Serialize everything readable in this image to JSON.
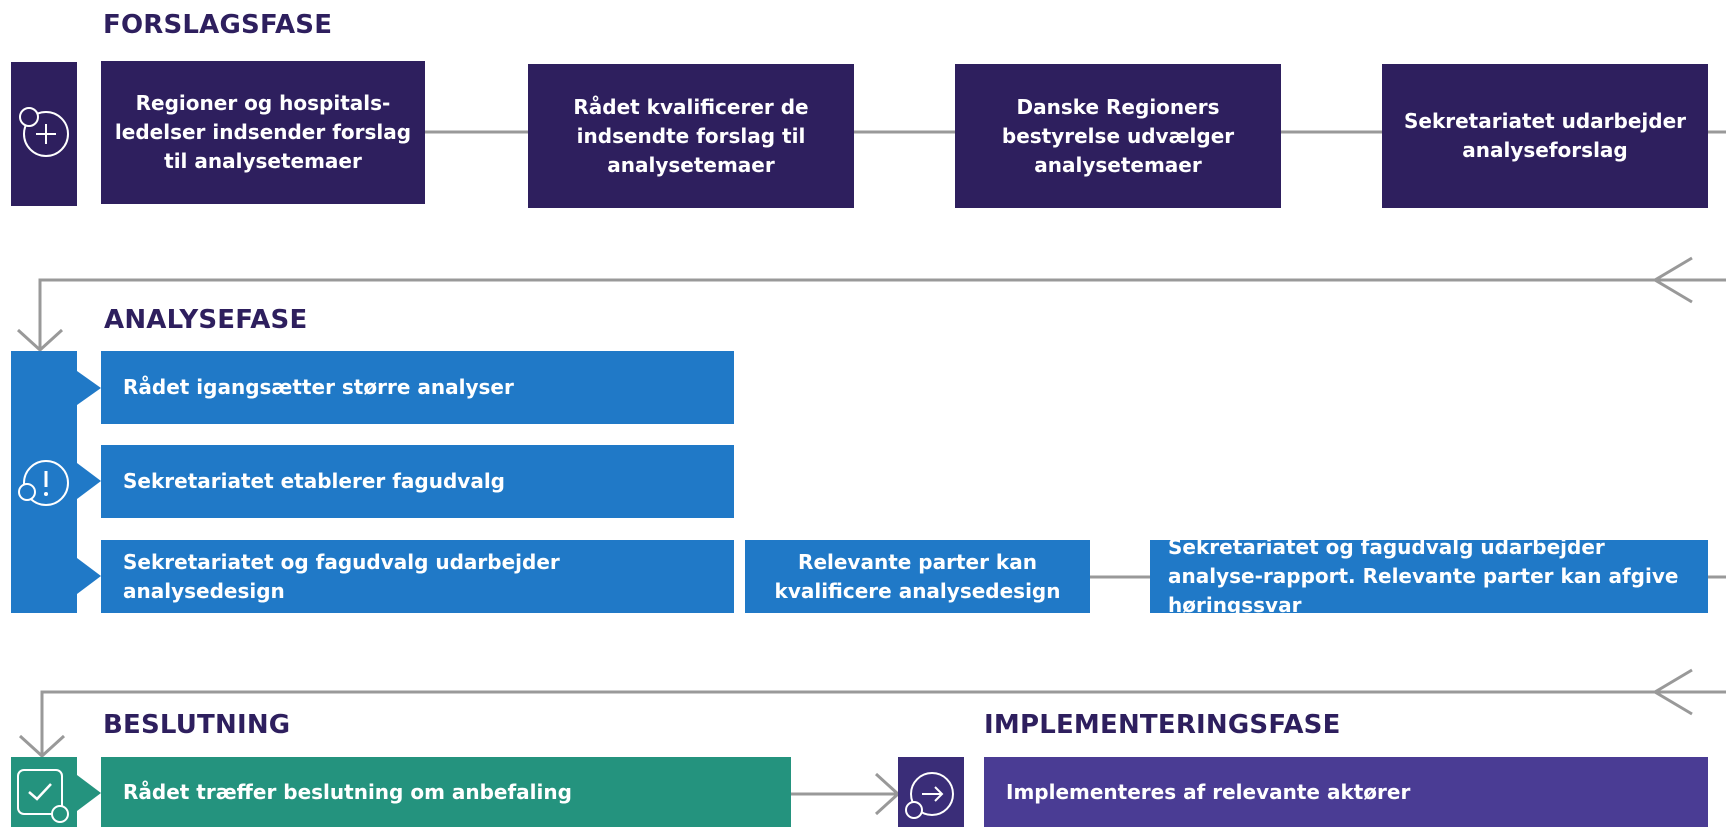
{
  "colors": {
    "forslag": "#2e1f5e",
    "analyse": "#2079c7",
    "beslutning": "#24937e",
    "implementering": "#4a3c94",
    "connector": "#999999"
  },
  "forslagsfase": {
    "title": "FORSLAGSFASE",
    "icon": "plus-circle-icon",
    "steps": [
      "Regioner og hospitals-ledelser indsender forslag til analysetemaer",
      "Rådet kvalificerer de indsendte forslag til analysetemaer",
      "Danske Regioners bestyrelse udvælger analysetemaer",
      "Sekretariatet udarbejder analyseforslag"
    ]
  },
  "analysefase": {
    "title": "ANALYSEFASE",
    "icon": "exclamation-circle-icon",
    "steps": [
      "Rådet igangsætter større analyser",
      "Sekretariatet etablerer fagudvalg",
      "Sekretariatet og fagudvalg udarbejder analysedesign",
      "Relevante parter kan kvalificere analysedesign",
      "Sekretariatet og fagudvalg udarbejder analyse-rapport. Relevante parter kan afgive høringssvar"
    ]
  },
  "beslutning": {
    "title": "BESLUTNING",
    "icon": "check-square-icon",
    "steps": [
      "Rådet træffer beslutning om anbefaling"
    ]
  },
  "implementeringsfase": {
    "title": "IMPLEMENTERINGSFASE",
    "icon": "arrow-circle-icon",
    "steps": [
      "Implementeres af relevante aktører"
    ]
  }
}
